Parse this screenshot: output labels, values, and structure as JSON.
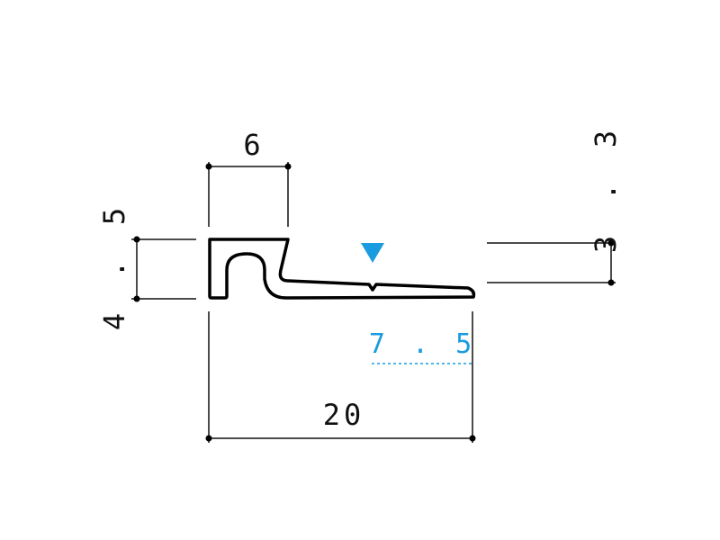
{
  "diagram": {
    "dimensions": {
      "top_width": "6",
      "left_height": "4.5",
      "left_height_display": "4 . 5",
      "right_height": "3.3",
      "right_height_display": "3 . 3",
      "overall_width": "20",
      "inner_offset": "7.5",
      "inner_offset_display": "7 . 5"
    },
    "colors": {
      "accent": "#1a9be0",
      "line": "#111111"
    },
    "markers": {
      "visible_side_marker": "triangle-down-icon"
    }
  }
}
